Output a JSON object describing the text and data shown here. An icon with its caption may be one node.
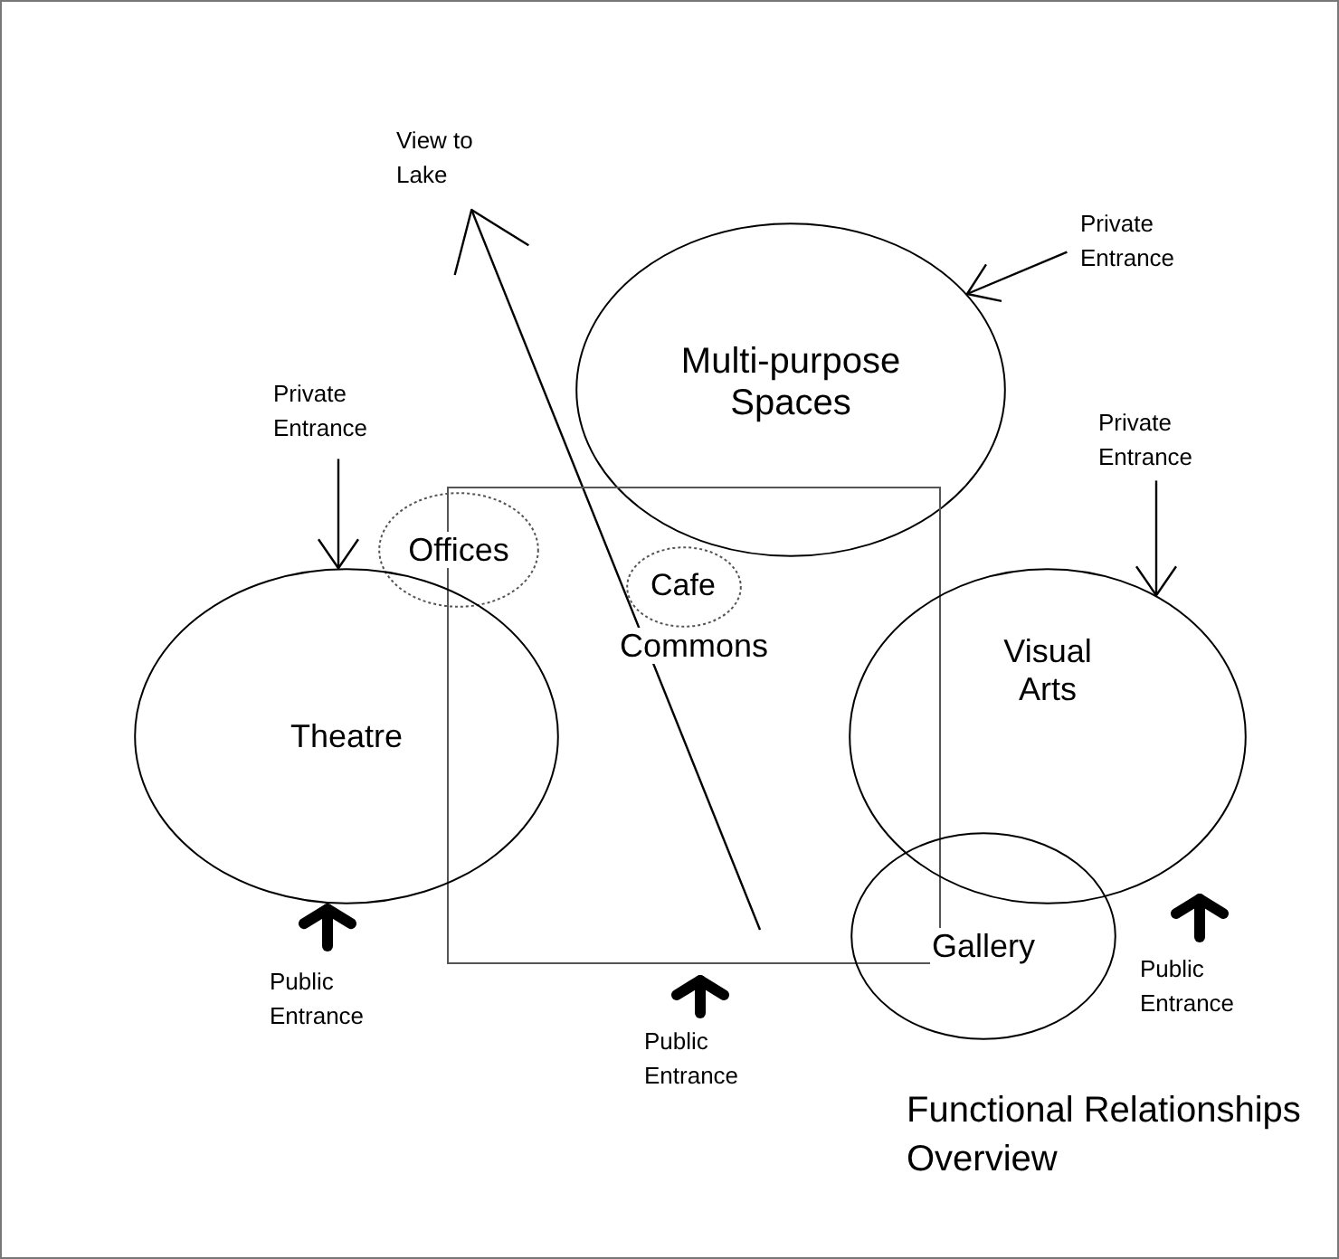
{
  "diagram": {
    "title": "Functional Relationships Overview",
    "nodes": [
      {
        "text": [
          "Multi-purpose Spaces"
        ]
      },
      {
        "text": [
          "Commons"
        ]
      },
      {
        "text": [
          "Offices"
        ]
      },
      {
        "text": [
          "Cafe"
        ],
        "in": 1
      },
      {
        "text": [
          "Theatre"
        ]
      },
      {
        "text": [
          "Visual Arts"
        ]
      },
      {
        "text": [
          "Gallery"
        ]
      },
      {
        "text": [
          "View to Lake"
        ]
      },
      {
        "text": [
          "Private Entrance"
        ]
      },
      {
        "text": [
          "Private Entrance"
        ]
      },
      {
        "text": [
          "Private Entrance"
        ]
      },
      {
        "text": [
          "Public Entrance"
        ]
      },
      {
        "text": [
          "Public Entrance"
        ]
      },
      {
        "text": [
          "Public Entrance"
        ]
      }
    ],
    "edges": [
      {
        "from": 1,
        "to": 7,
        "arrow": "to"
      },
      {
        "from": 8,
        "to": 0,
        "arrow": "to"
      },
      {
        "from": 9,
        "to": 4,
        "arrow": "to"
      },
      {
        "from": 10,
        "to": 5,
        "arrow": "to"
      },
      {
        "from": 11,
        "to": 4,
        "arrow": "to",
        "style": "thick"
      },
      {
        "from": 12,
        "to": 1,
        "arrow": "to",
        "style": "thick"
      },
      {
        "from": 13,
        "to": 5,
        "arrow": "to",
        "style": "thick"
      }
    ]
  }
}
